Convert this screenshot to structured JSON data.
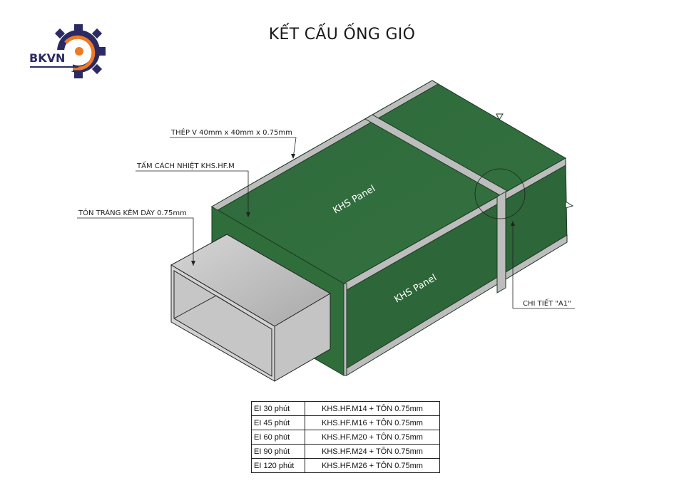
{
  "title": "KẾT CẤU ỐNG GIÓ",
  "logo": {
    "text": "BKVN",
    "colors": {
      "navy": "#2b2a63",
      "orange": "#ee7a22"
    }
  },
  "labels": {
    "steel": "THÉP V 40mm x 40mm x 0.75mm",
    "insulation": "TẤM CÁCH NHIỆT KHS.HF.M",
    "sheet": "TÔN TRÁNG KẼM DÀY 0.75mm",
    "detail": "CHI TIẾT \"A1\"",
    "panel_top": "KHS Panel",
    "panel_side": "KHS Panel"
  },
  "colors": {
    "panel": "#2f6a3c",
    "steel": "#b9b9b9"
  },
  "table": [
    {
      "rating": "EI 30 phút",
      "spec": "KHS.HF.M14 + TÔN 0.75mm"
    },
    {
      "rating": "EI 45 phút",
      "spec": "KHS.HF.M16 + TÔN 0.75mm"
    },
    {
      "rating": "EI 60 phút",
      "spec": "KHS.HF.M20 + TÔN 0.75mm"
    },
    {
      "rating": "EI 90 phút",
      "spec": "KHS.HF.M24 + TÔN 0.75mm"
    },
    {
      "rating": "EI 120 phút",
      "spec": "KHS.HF.M26 + TÔN 0.75mm"
    }
  ]
}
